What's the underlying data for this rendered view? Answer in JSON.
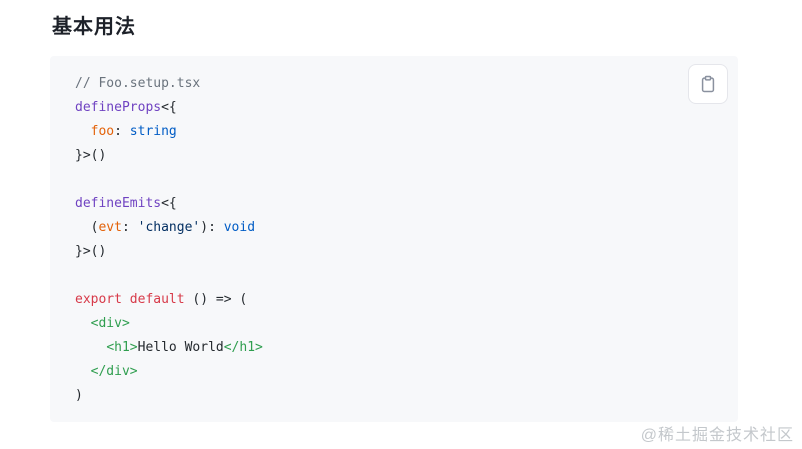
{
  "page": {
    "heading": "基本用法",
    "watermark": "@稀土掘金技术社区"
  },
  "colors": {
    "page_background": "#ffffff",
    "code_background": "#f7f8fa",
    "heading_text": "#1d2129",
    "syntax": {
      "comment": "#6a737d",
      "function": "#6f42c1",
      "plain": "#24292e",
      "property": "#e36209",
      "type": "#005cc5",
      "string": "#032f62",
      "keyword": "#d73a49",
      "tag": "#2f9e4f"
    }
  },
  "code_block": {
    "language": "tsx",
    "copy_icon": "clipboard-icon",
    "lines": [
      [
        {
          "t": "// Foo.setup.tsx",
          "c": "comment"
        }
      ],
      [
        {
          "t": "defineProps",
          "c": "function"
        },
        {
          "t": "<{",
          "c": "plain"
        }
      ],
      [
        {
          "t": "  ",
          "c": "plain"
        },
        {
          "t": "foo",
          "c": "property"
        },
        {
          "t": ": ",
          "c": "plain"
        },
        {
          "t": "string",
          "c": "type"
        }
      ],
      [
        {
          "t": "}>()",
          "c": "plain"
        }
      ],
      [],
      [
        {
          "t": "defineEmits",
          "c": "function"
        },
        {
          "t": "<{",
          "c": "plain"
        }
      ],
      [
        {
          "t": "  (",
          "c": "plain"
        },
        {
          "t": "evt",
          "c": "property"
        },
        {
          "t": ": ",
          "c": "plain"
        },
        {
          "t": "'change'",
          "c": "string"
        },
        {
          "t": "): ",
          "c": "plain"
        },
        {
          "t": "void",
          "c": "type"
        }
      ],
      [
        {
          "t": "}>()",
          "c": "plain"
        }
      ],
      [],
      [
        {
          "t": "export",
          "c": "keyword"
        },
        {
          "t": " ",
          "c": "plain"
        },
        {
          "t": "default",
          "c": "keyword"
        },
        {
          "t": " () => (",
          "c": "plain"
        }
      ],
      [
        {
          "t": "  ",
          "c": "plain"
        },
        {
          "t": "<div>",
          "c": "tag"
        }
      ],
      [
        {
          "t": "    ",
          "c": "plain"
        },
        {
          "t": "<h1>",
          "c": "tag"
        },
        {
          "t": "Hello World",
          "c": "plain"
        },
        {
          "t": "</h1>",
          "c": "tag"
        }
      ],
      [
        {
          "t": "  ",
          "c": "plain"
        },
        {
          "t": "</div>",
          "c": "tag"
        }
      ],
      [
        {
          "t": ")",
          "c": "plain"
        }
      ]
    ]
  }
}
